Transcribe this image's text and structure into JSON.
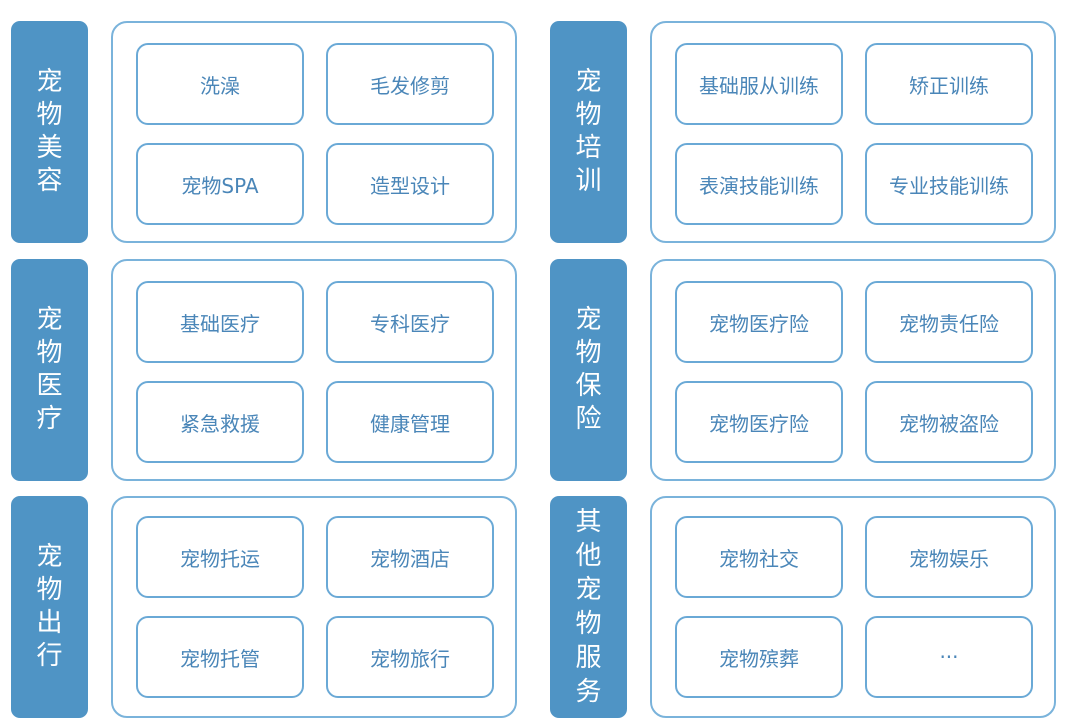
{
  "groups": [
    {
      "label": [
        "宠",
        "物",
        "美",
        "容"
      ],
      "items": [
        "洗澡",
        "毛发修剪",
        "宠物SPA",
        "造型设计"
      ]
    },
    {
      "label": [
        "宠",
        "物",
        "培",
        "训"
      ],
      "items": [
        "基础服从训练",
        "矫正训练",
        "表演技能训练",
        "专业技能训练"
      ]
    },
    {
      "label": [
        "宠",
        "物",
        "医",
        "疗"
      ],
      "items": [
        "基础医疗",
        "专科医疗",
        "紧急救援",
        "健康管理"
      ]
    },
    {
      "label": [
        "宠",
        "物",
        "保",
        "险"
      ],
      "items": [
        "宠物医疗险",
        "宠物责任险",
        "宠物医疗险",
        "宠物被盗险"
      ]
    },
    {
      "label": [
        "宠",
        "物",
        "出",
        "行"
      ],
      "items": [
        "宠物托运",
        "宠物酒店",
        "宠物托管",
        "宠物旅行"
      ]
    },
    {
      "label": [
        "其",
        "他",
        "宠",
        "物",
        "服",
        "务"
      ],
      "items": [
        "宠物社交",
        "宠物娱乐",
        "宠物殡葬",
        "···"
      ]
    }
  ],
  "colors": {
    "label_bg": "#4f94c5",
    "panel_border": "#7ab3db",
    "item_border": "#6aa9d6",
    "item_text": "#4a86b8"
  }
}
